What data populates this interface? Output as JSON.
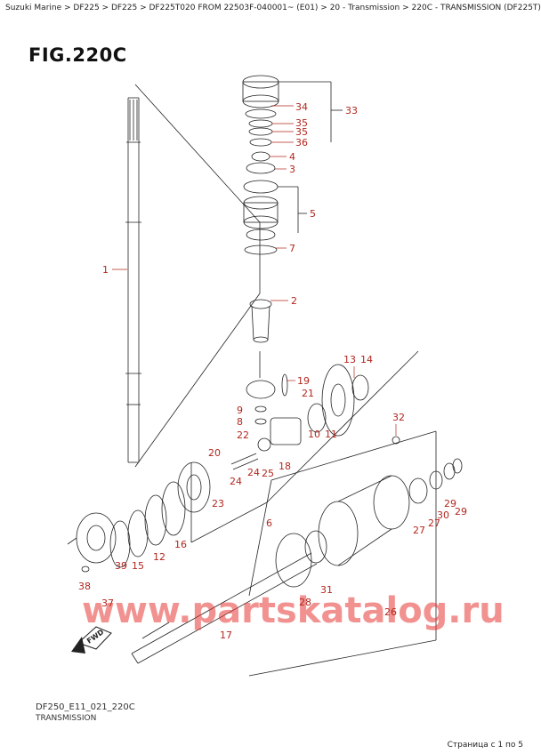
{
  "breadcrumb": "Suzuki Marine > DF225 > DF225 > DF225T020 FROM 22503F-040001~ (E01) > 20 - Transmission > 220C - TRANSMISSION (DF225T)",
  "figure": {
    "title": "FIG.220C"
  },
  "footer": {
    "code": "DF250_E11_021_220C",
    "name": "TRANSMISSION",
    "page_info": "Страница с 1 по 5"
  },
  "watermark": "www.partskatalog.ru",
  "fwd_label": "FWD",
  "callouts": [
    "1",
    "2",
    "3",
    "4",
    "5",
    "6",
    "7",
    "8",
    "9",
    "10",
    "11",
    "12",
    "13",
    "14",
    "15",
    "16",
    "17",
    "18",
    "19",
    "20",
    "21",
    "22",
    "23",
    "24",
    "25",
    "26",
    "27",
    "28",
    "29",
    "30",
    "31",
    "32",
    "33",
    "34",
    "35",
    "36",
    "37",
    "38",
    "39"
  ],
  "colors": {
    "callout": "#b3261e",
    "line": "#222222",
    "watermark": "#e53935"
  }
}
